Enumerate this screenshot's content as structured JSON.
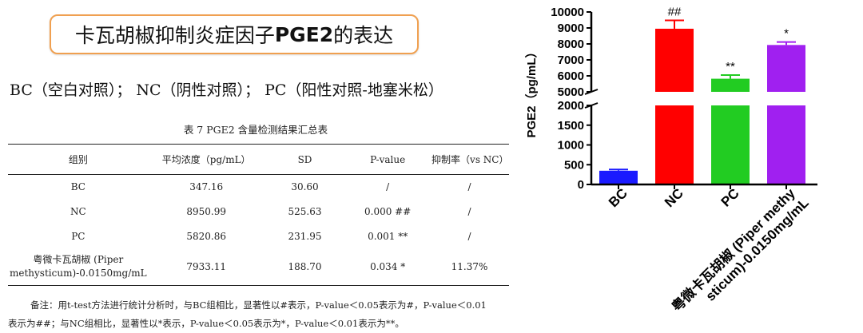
{
  "slide": {
    "title_prefix": "卡瓦胡椒抑制炎症因子",
    "title_bold": "PGE2",
    "title_suffix": "的表达",
    "groups_line": "BC（空白对照）； NC（阴性对照）； PC（阳性对照-地塞米松）"
  },
  "table": {
    "caption": "表 7   PGE2 含量检测结果汇总表",
    "headers": [
      "组别",
      "平均浓度（pg/mL）",
      "SD",
      "P-value",
      "抑制率（vs NC）"
    ],
    "rows": [
      [
        "BC",
        "347.16",
        "30.60",
        "/",
        "/"
      ],
      [
        "NC",
        "8950.99",
        "525.63",
        "0.000 ##",
        "/"
      ],
      [
        "PC",
        "5820.86",
        "231.95",
        "0.001 **",
        "/"
      ],
      [
        "粤微卡瓦胡椒 (Piper methysticum)-0.0150mg/mL",
        "7933.11",
        "188.70",
        "0.034 *",
        "11.37%"
      ]
    ],
    "row4_line1": "粤微卡瓦胡椒 (Piper",
    "row4_line2": "methysticum)-0.0150mg/mL"
  },
  "note": {
    "line1": "备注：用t-test方法进行统计分析时，与BC组相比，显著性以#表示，P-value＜0.05表示为#，P-value＜0.01",
    "line2": "表示为##；与NC组相比，显著性以*表示，P-value＜0.05表示为*，P-value＜0.01表示为**。"
  },
  "chart_data": {
    "type": "bar",
    "ylabel": "PGE2（pg/mL）",
    "categories": [
      "BC",
      "NC",
      "PC",
      "粤微卡瓦胡椒 (Piper methysticum)-0.0150mg/mL"
    ],
    "category_lines": [
      [
        "BC"
      ],
      [
        "NC"
      ],
      [
        "PC"
      ],
      [
        "粤微卡瓦胡椒 (Piper methy",
        "sticum)-0.0150mg/mL"
      ]
    ],
    "values": [
      347.16,
      8950.99,
      5820.86,
      7933.11
    ],
    "errors": [
      30.6,
      525.63,
      231.95,
      188.7
    ],
    "annotations": [
      "",
      "##",
      "**",
      "*"
    ],
    "colors": [
      "#1a1aff",
      "#ff0000",
      "#22cc22",
      "#a020f0"
    ],
    "axis_break": {
      "lower_range": [
        0,
        2000
      ],
      "upper_range": [
        5000,
        10000
      ]
    },
    "lower_ticks": [
      0,
      500,
      1000,
      1500,
      2000
    ],
    "upper_ticks": [
      5000,
      6000,
      7000,
      8000,
      9000,
      10000
    ],
    "grid": false
  }
}
